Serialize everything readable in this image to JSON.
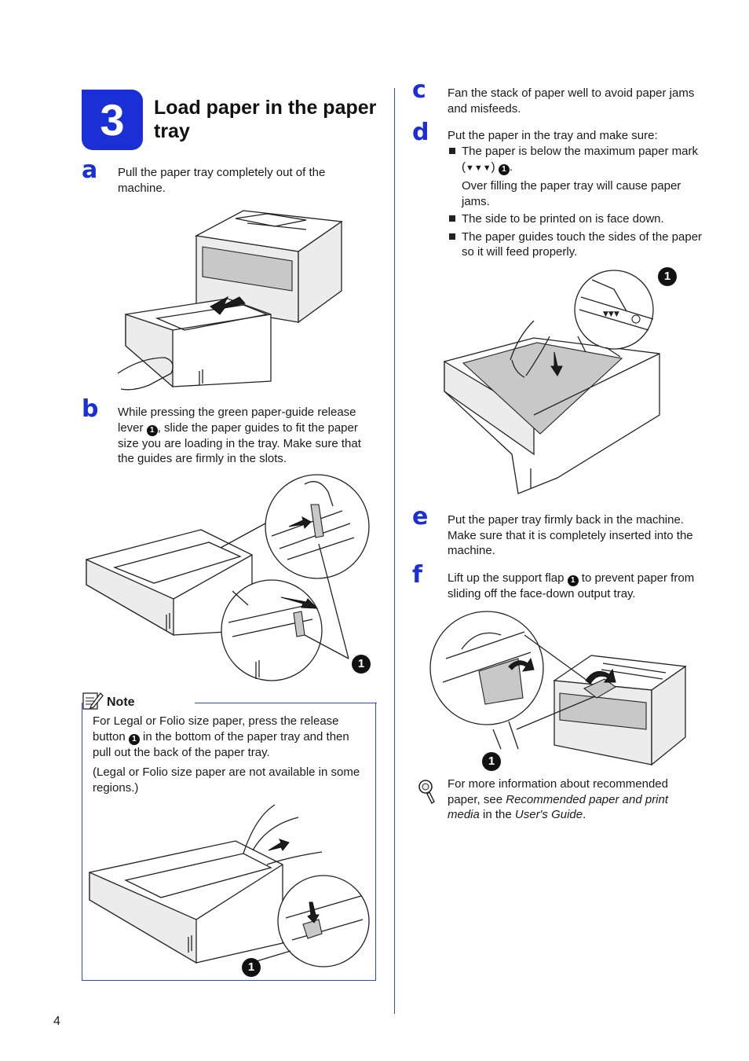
{
  "step": {
    "number": "3",
    "title": "Load paper in the paper tray"
  },
  "steps": {
    "a": {
      "letter": "a",
      "text": "Pull the paper tray completely out of the machine."
    },
    "b": {
      "letter": "b",
      "text_1": "While pressing the green paper-guide release lever ",
      "text_2": ", slide the paper guides to fit the paper size you are loading in the tray. Make sure that the guides are firmly in the slots."
    },
    "c": {
      "letter": "c",
      "text": "Fan the stack of paper well to avoid paper jams and misfeeds."
    },
    "d": {
      "letter": "d",
      "intro": "Put the paper in the tray and make sure:",
      "bullet_1_a": "The paper is below the maximum paper mark (",
      "bullet_1_mark": "▼▼▼",
      "bullet_1_b": ") ",
      "bullet_1_c": ".",
      "bullet_1_sub": "Over filling the paper tray will cause paper jams.",
      "bullet_2": "The side to be printed on is face down.",
      "bullet_3": "The paper guides touch the sides of the paper so it will feed properly."
    },
    "e": {
      "letter": "e",
      "text": "Put the paper tray firmly back in the machine. Make sure that it is completely inserted into the machine."
    },
    "f": {
      "letter": "f",
      "text_1": "Lift up the support flap ",
      "text_2": " to prevent paper from sliding off the face-down output tray."
    }
  },
  "note": {
    "heading": "Note",
    "icon": "pencil-note-icon",
    "para_1_a": "For Legal or Folio size paper, press the release button ",
    "para_1_b": " in the bottom of the paper tray and then pull out the back of the paper tray.",
    "para_2": "(Legal or Folio size paper are not available in some regions.)"
  },
  "tip": {
    "icon": "magnifier-icon",
    "text_1": "For more information about recommended paper, see ",
    "text_italic_1": "Recommended paper and print media",
    "text_2": " in the ",
    "text_italic_2": "User's Guide",
    "text_3": "."
  },
  "callout": "1",
  "page_number": "4",
  "colors": {
    "accent": "#1a2fd6",
    "rule": "#2a49d8"
  }
}
